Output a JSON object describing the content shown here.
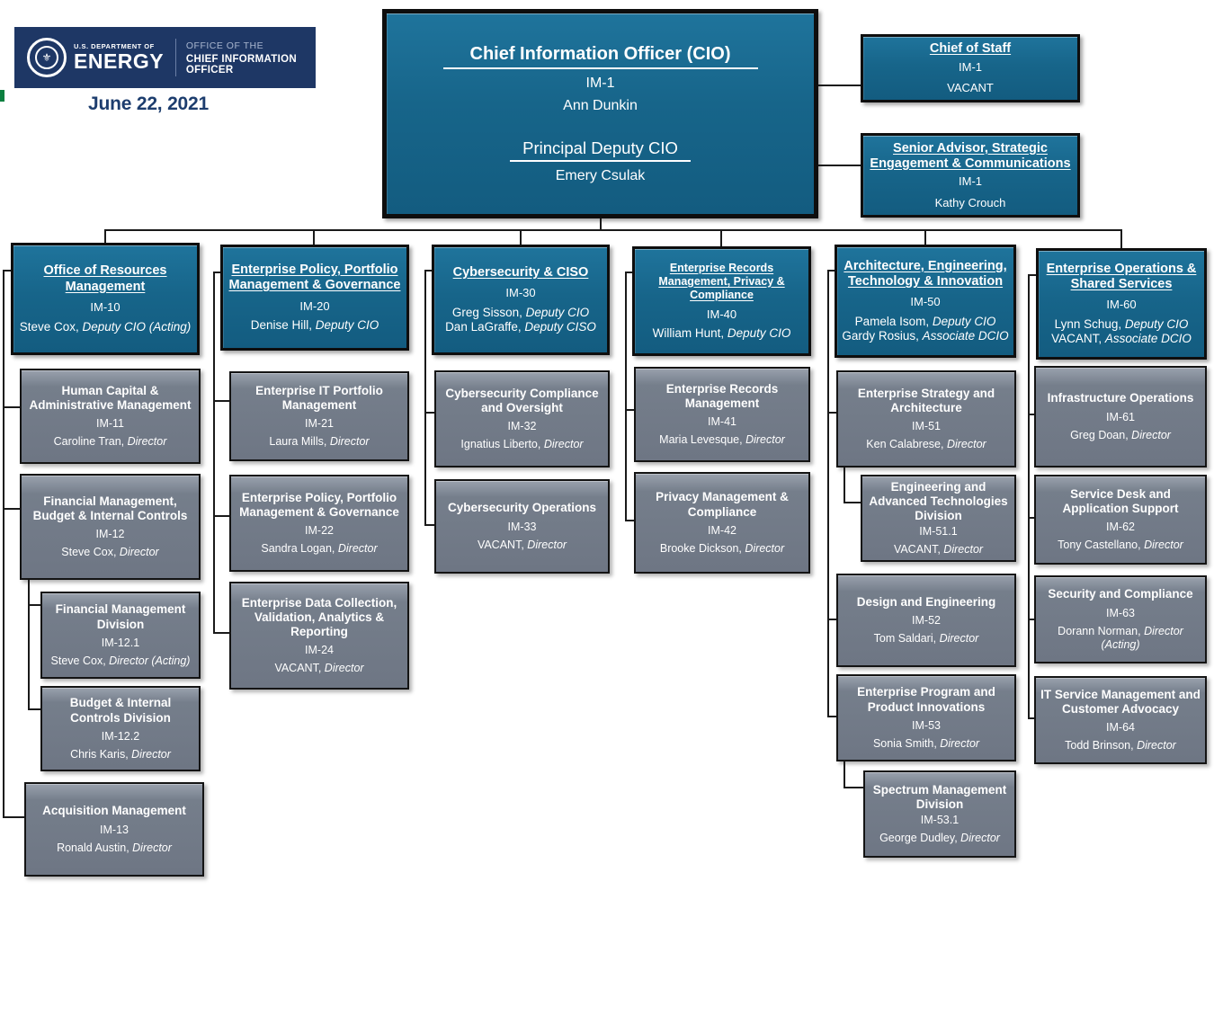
{
  "header": {
    "agency_small": "U.S. DEPARTMENT OF",
    "agency_large": "ENERGY",
    "office_line1": "OFFICE OF THE",
    "office_line2": "CHIEF INFORMATION OFFICER",
    "date": "June 22, 2021"
  },
  "colors": {
    "teal": "#17658a",
    "gray": "#747d8a",
    "navy_banner": "#1e3765",
    "date_blue": "#1d3d6e",
    "green_marker": "#0c8040",
    "connector": "#1a1a1a"
  },
  "cio": {
    "title": "Chief Information Officer (CIO)",
    "code": "IM-1",
    "name": "Ann Dunkin",
    "deputy_title": "Principal Deputy CIO",
    "deputy_name": "Emery Csulak"
  },
  "staff": [
    {
      "title": "Chief of Staff",
      "code": "IM-1",
      "name": "VACANT"
    },
    {
      "title": "Senior Advisor, Strategic Engagement & Communications",
      "code": "IM-1",
      "name": "Kathy Crouch"
    }
  ],
  "columns": [
    {
      "header": {
        "title": "Office of Resources Management",
        "code": "IM-10",
        "people": [
          {
            "name": "Steve Cox,",
            "role": "Deputy CIO (Acting)"
          }
        ]
      },
      "children": [
        {
          "title": "Human Capital & Administrative Management",
          "code": "IM-11",
          "name": "Caroline Tran,",
          "role": "Director"
        },
        {
          "title": "Financial Management, Budget & Internal Controls",
          "code": "IM-12",
          "name": "Steve Cox,",
          "role": "Director"
        },
        {
          "title": "Financial Management Division",
          "code": "IM-12.1",
          "name": "Steve Cox,",
          "role": "Director (Acting)"
        },
        {
          "title": "Budget & Internal Controls Division",
          "code": "IM-12.2",
          "name": "Chris Karis,",
          "role": "Director"
        },
        {
          "title": "Acquisition Management",
          "code": "IM-13",
          "name": "Ronald Austin,",
          "role": "Director"
        }
      ]
    },
    {
      "header": {
        "title": "Enterprise Policy, Portfolio Management & Governance",
        "code": "IM-20",
        "people": [
          {
            "name": "Denise Hill,",
            "role": "Deputy CIO"
          }
        ]
      },
      "children": [
        {
          "title": "Enterprise IT Portfolio Management",
          "code": "IM-21",
          "name": "Laura Mills,",
          "role": "Director"
        },
        {
          "title": "Enterprise Policy, Portfolio Management & Governance",
          "code": "IM-22",
          "name": "Sandra Logan,",
          "role": "Director"
        },
        {
          "title": "Enterprise Data Collection, Validation, Analytics & Reporting",
          "code": "IM-24",
          "name": "VACANT,",
          "role": "Director"
        }
      ]
    },
    {
      "header": {
        "title": "Cybersecurity & CISO",
        "code": "IM-30",
        "people": [
          {
            "name": "Greg Sisson,",
            "role": "Deputy CIO"
          },
          {
            "name": "Dan LaGraffe,",
            "role": "Deputy CISO"
          }
        ]
      },
      "children": [
        {
          "title": "Cybersecurity Compliance and Oversight",
          "code": "IM-32",
          "name": "Ignatius Liberto,",
          "role": "Director"
        },
        {
          "title": "Cybersecurity Operations",
          "code": "IM-33",
          "name": "VACANT,",
          "role": "Director"
        }
      ]
    },
    {
      "header": {
        "title": "Enterprise Records Management, Privacy & Compliance",
        "code": "IM-40",
        "people": [
          {
            "name": "William Hunt,",
            "role": "Deputy CIO"
          }
        ]
      },
      "children": [
        {
          "title": "Enterprise Records Management",
          "code": "IM-41",
          "name": "Maria Levesque,",
          "role": "Director"
        },
        {
          "title": "Privacy Management & Compliance",
          "code": "IM-42",
          "name": "Brooke Dickson,",
          "role": "Director"
        }
      ]
    },
    {
      "header": {
        "title": "Architecture, Engineering, Technology & Innovation",
        "code": "IM-50",
        "people": [
          {
            "name": "Pamela Isom,",
            "role": "Deputy CIO"
          },
          {
            "name": "Gardy Rosius,",
            "role": "Associate DCIO"
          }
        ]
      },
      "children": [
        {
          "title": "Enterprise Strategy and Architecture",
          "code": "IM-51",
          "name": "Ken Calabrese,",
          "role": "Director"
        },
        {
          "title": "Engineering and Advanced Technologies Division",
          "code": "IM-51.1",
          "name": "VACANT,",
          "role": "Director"
        },
        {
          "title": "Design and Engineering",
          "code": "IM-52",
          "name": "Tom Saldari,",
          "role": "Director"
        },
        {
          "title": "Enterprise Program and Product Innovations",
          "code": "IM-53",
          "name": "Sonia Smith,",
          "role": "Director"
        },
        {
          "title": "Spectrum Management Division",
          "code": "IM-53.1",
          "name": "George Dudley,",
          "role": "Director"
        }
      ]
    },
    {
      "header": {
        "title": "Enterprise Operations & Shared Services",
        "code": "IM-60",
        "people": [
          {
            "name": "Lynn Schug,",
            "role": "Deputy CIO"
          },
          {
            "name": "VACANT,",
            "role": "Associate DCIO"
          }
        ]
      },
      "children": [
        {
          "title": "Infrastructure Operations",
          "code": "IM-61",
          "name": "Greg Doan,",
          "role": "Director"
        },
        {
          "title": "Service Desk and Application Support",
          "code": "IM-62",
          "name": "Tony Castellano,",
          "role": "Director"
        },
        {
          "title": "Security and Compliance",
          "code": "IM-63",
          "name": "Dorann Norman,",
          "role": "Director (Acting)"
        },
        {
          "title": "IT Service Management and Customer Advocacy",
          "code": "IM-64",
          "name": "Todd Brinson,",
          "role": "Director"
        }
      ]
    }
  ]
}
